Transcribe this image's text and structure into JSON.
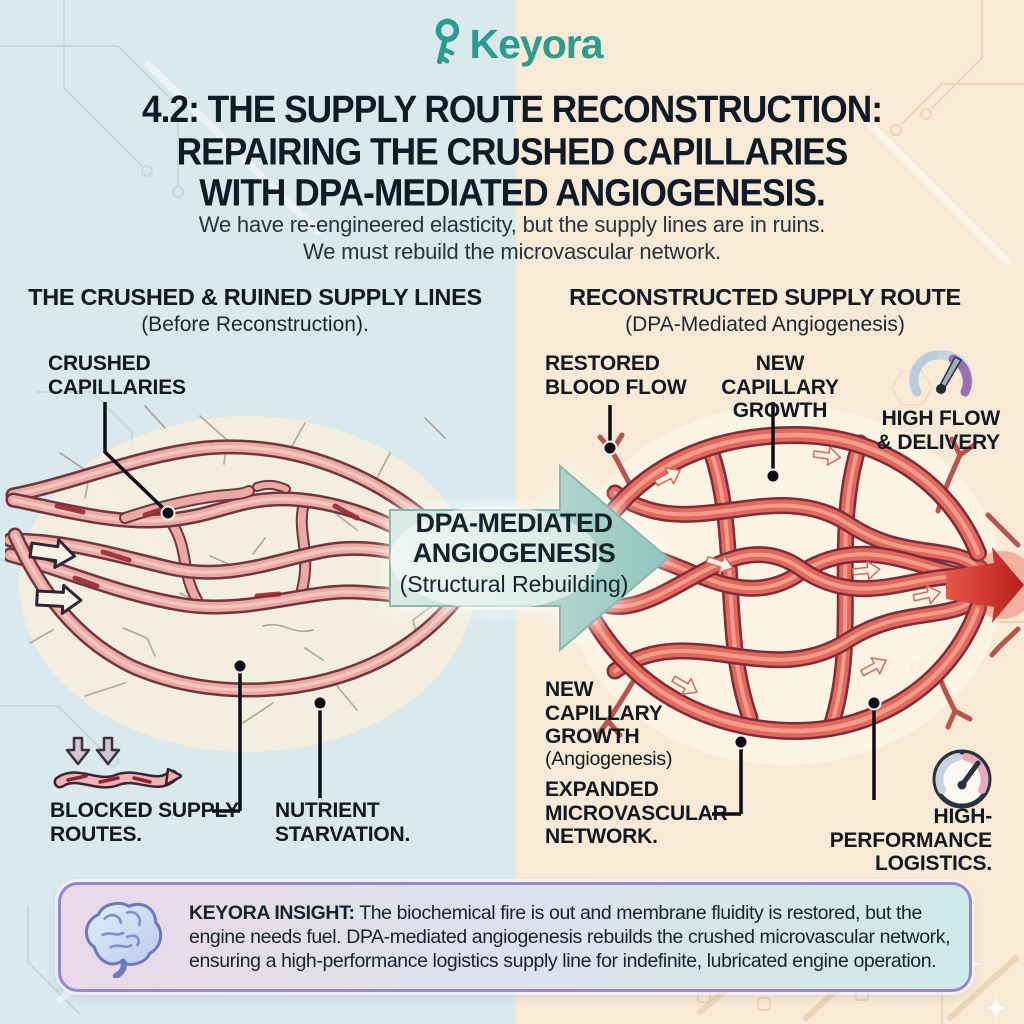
{
  "brand": {
    "name": "Keyora"
  },
  "colors": {
    "brand_teal": "#2a9c90",
    "left_background": "#d9e9ee",
    "right_background": "#f8ead6",
    "ink": "#0f1a26",
    "vessel_red": "#e2685b",
    "arrow_teal": "#9cc9c0",
    "insight_border": "#9a86c8"
  },
  "header": {
    "title_lines": [
      "4.2: THE SUPPLY ROUTE RECONSTRUCTION:",
      "REPAIRING THE CRUSHED CAPILLARIES",
      "WITH DPA-MEDIATED ANGIOGENESIS."
    ],
    "subtitle_lines": [
      "We have re-engineered elasticity, but the supply lines are in ruins.",
      "We must rebuild the microvascular network."
    ]
  },
  "left_panel": {
    "heading": "THE CRUSHED & RUINED SUPPLY LINES",
    "subheading": "(Before Reconstruction).",
    "labels": {
      "crushed": [
        "CRUSHED",
        "CAPILLARIES"
      ],
      "blocked": [
        "BLOCKED SUPPLY",
        "ROUTES."
      ],
      "nutrient": [
        "NUTRIENT",
        "STARVATION."
      ]
    }
  },
  "center_arrow": {
    "line1": "DPA-MEDIATED",
    "line2": "ANGIOGENESIS",
    "line3": "(Structural Rebuilding)"
  },
  "right_panel": {
    "heading": "RECONSTRUCTED SUPPLY ROUTE",
    "subheading": "(DPA-Mediated Angiogenesis)",
    "labels": {
      "restored": [
        "RESTORED",
        "BLOOD FLOW"
      ],
      "new_growth_top": [
        "NEW CAPILLARY",
        "GROWTH"
      ],
      "high_flow": [
        "HIGH FLOW",
        "& DELIVERY"
      ],
      "new_growth_bottom": [
        "NEW",
        "CAPILLARY",
        "GROWTH",
        "(Angiogenesis)"
      ],
      "expanded": [
        "EXPANDED",
        "MICROVASCULAR",
        "NETWORK."
      ],
      "logistics": [
        "HIGH-PERFORMANCE",
        "LOGISTICS."
      ]
    }
  },
  "insight": {
    "prefix": "KEYORA INSIGHT:",
    "body": " The biochemical fire is out and membrane fluidity is restored, but the engine needs fuel. DPA-mediated angiogenesis rebuilds the crushed microvascular network, ensuring a high-performance logistics supply line for indefinite, lubricated engine operation."
  }
}
